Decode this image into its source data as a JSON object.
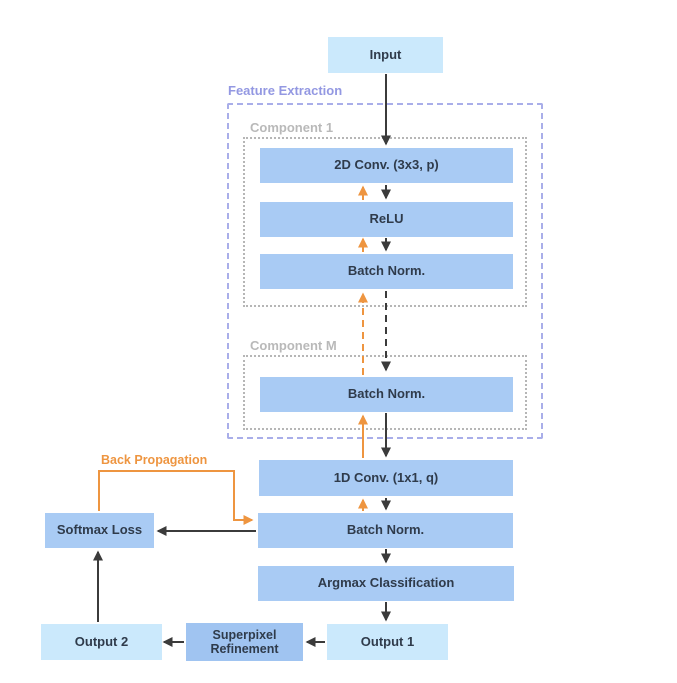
{
  "diagram": {
    "labels": {
      "feature_extraction": "Feature Extraction",
      "component_1": "Component 1",
      "component_m": "Component M",
      "back_propagation": "Back Propagation"
    },
    "nodes": {
      "input": "Input",
      "conv2d": "2D Conv. (3x3, p)",
      "relu": "ReLU",
      "batch_norm_1": "Batch Norm.",
      "batch_norm_m": "Batch Norm.",
      "conv1d": "1D Conv. (1x1, q)",
      "batch_norm_2": "Batch Norm.",
      "argmax": "Argmax Classification",
      "output_1": "Output 1",
      "superpixel": "Superpixel Refinement",
      "output_2": "Output 2",
      "softmax_loss": "Softmax Loss"
    },
    "edges": [
      {
        "from": "Input",
        "to": "2D Conv. (3x3, p)",
        "style": "solid",
        "color": "black",
        "direction": "down"
      },
      {
        "from": "2D Conv. (3x3, p)",
        "to": "ReLU",
        "style": "solid",
        "color": "black",
        "direction": "down"
      },
      {
        "from": "ReLU",
        "to": "2D Conv. (3x3, p)",
        "style": "solid",
        "color": "orange",
        "direction": "up"
      },
      {
        "from": "ReLU",
        "to": "Batch Norm. (Component 1)",
        "style": "solid",
        "color": "black",
        "direction": "down"
      },
      {
        "from": "Batch Norm. (Component 1)",
        "to": "ReLU",
        "style": "solid",
        "color": "orange",
        "direction": "up"
      },
      {
        "from": "Batch Norm. (Component 1)",
        "to": "Batch Norm. (Component M)",
        "style": "dashed",
        "color": "black",
        "direction": "down"
      },
      {
        "from": "Batch Norm. (Component M)",
        "to": "Batch Norm. (Component 1)",
        "style": "dashed",
        "color": "orange",
        "direction": "up"
      },
      {
        "from": "Batch Norm. (Component M)",
        "to": "1D Conv. (1x1, q)",
        "style": "solid",
        "color": "black",
        "direction": "down"
      },
      {
        "from": "1D Conv. (1x1, q)",
        "to": "Batch Norm. (Component M)",
        "style": "solid",
        "color": "orange",
        "direction": "up"
      },
      {
        "from": "1D Conv. (1x1, q)",
        "to": "Batch Norm.",
        "style": "solid",
        "color": "black",
        "direction": "down"
      },
      {
        "from": "Batch Norm.",
        "to": "1D Conv. (1x1, q)",
        "style": "solid",
        "color": "orange",
        "direction": "up"
      },
      {
        "from": "Batch Norm.",
        "to": "Argmax Classification",
        "style": "solid",
        "color": "black",
        "direction": "down"
      },
      {
        "from": "Argmax Classification",
        "to": "Output 1",
        "style": "solid",
        "color": "black",
        "direction": "down"
      },
      {
        "from": "Output 1",
        "to": "Superpixel Refinement",
        "style": "solid",
        "color": "black",
        "direction": "left"
      },
      {
        "from": "Superpixel Refinement",
        "to": "Output 2",
        "style": "solid",
        "color": "black",
        "direction": "left"
      },
      {
        "from": "Output 2",
        "to": "Softmax Loss",
        "style": "solid",
        "color": "black",
        "direction": "up"
      },
      {
        "from": "Batch Norm.",
        "to": "Softmax Loss",
        "style": "solid",
        "color": "black",
        "direction": "left"
      },
      {
        "from": "Softmax Loss",
        "to": "Batch Norm.",
        "style": "solid",
        "color": "orange",
        "direction": "right",
        "label": "Back Propagation"
      }
    ],
    "colors": {
      "light_box": "#cbe9fc",
      "medium_box": "#a9cbf4",
      "superpixel_box": "#a0c4f1",
      "dashed_container_border": "#a9aee9",
      "dotted_container_border": "#b6b6b6",
      "feature_extraction_label": "#9398e2",
      "component_label": "#b9b9b9",
      "orange_accent": "#ee9540",
      "black_arrow": "#3b3b3b",
      "node_text": "#2f3b4b"
    }
  }
}
